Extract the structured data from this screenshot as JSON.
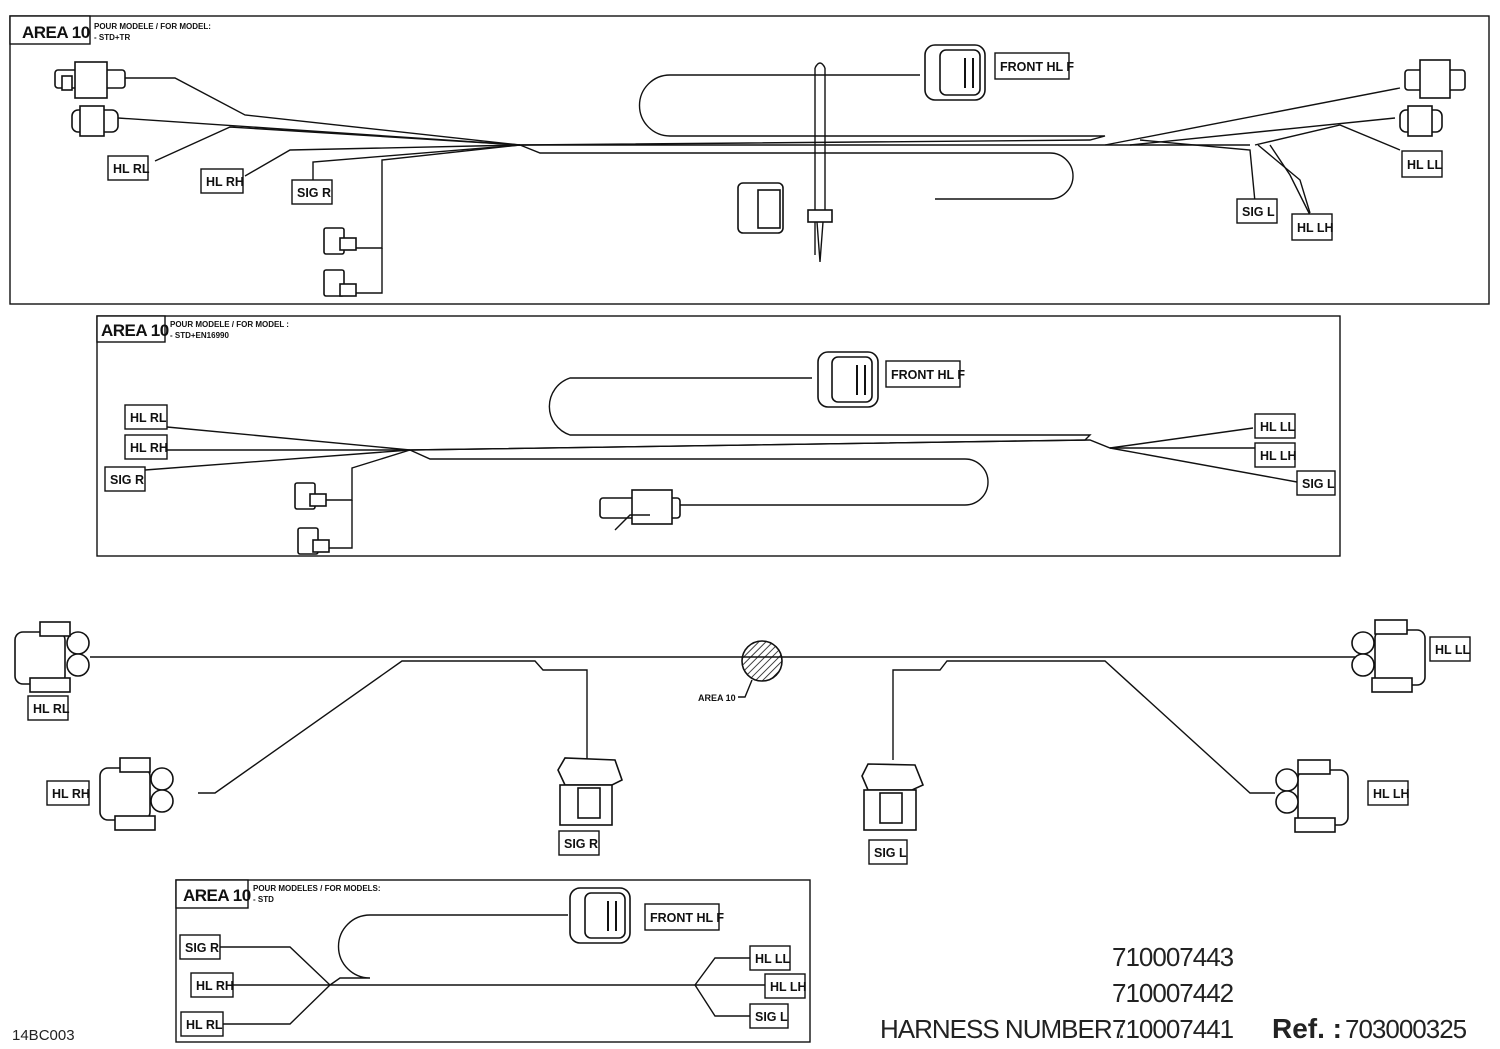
{
  "labels": {
    "hl_rl": "HL RL",
    "hl_rh": "HL RH",
    "hl_ll": "HL LL",
    "hl_lh": "HL LH",
    "sig_r": "SIG R",
    "sig_l": "SIG L",
    "front_hl_f": "FRONT HL F"
  },
  "panels": {
    "tr": {
      "area": "AREA 10",
      "model_line1": "POUR MODELE / FOR MODEL:",
      "model_line2": "- STD+TR"
    },
    "en": {
      "area": "AREA 10",
      "model_line1": "POUR MODELE / FOR MODEL :",
      "model_line2": "- STD+EN16990"
    },
    "std": {
      "area": "AREA 10",
      "model_line1": "POUR MODELES / FOR MODELS:",
      "model_line2": "- STD"
    }
  },
  "area_callout": "AREA 10",
  "harness": {
    "label": "HARNESS NUMBER :",
    "numbers": [
      "710007443",
      "710007442",
      "710007441"
    ]
  },
  "ref": {
    "label": "Ref. :",
    "value": "703000325"
  },
  "drawing_code": "14BC003"
}
